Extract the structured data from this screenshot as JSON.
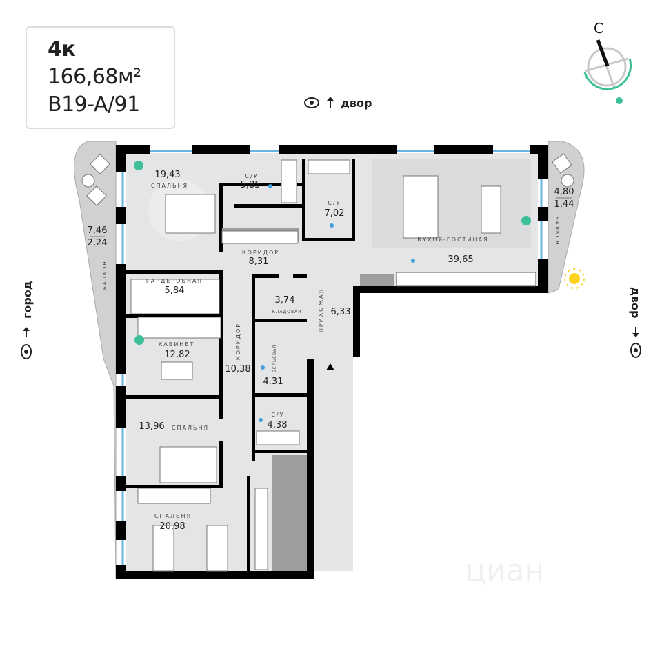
{
  "apartment": {
    "rooms": "4к",
    "area": "166,68м²",
    "number": "B19-A/91"
  },
  "views": {
    "top": "двор",
    "left": "город",
    "right": "двор"
  },
  "compass": {
    "north_label": "С"
  },
  "rooms": {
    "bedroom1": {
      "label": "СПАЛЬНЯ",
      "area": "19,43"
    },
    "bath1": {
      "label": "С/У",
      "area": "5,85"
    },
    "bath2": {
      "label": "С/У",
      "area": "7,02"
    },
    "kitchen": {
      "label": "КУХНЯ-ГОСТИНАЯ",
      "area": "39,65"
    },
    "corridor1": {
      "label": "КОРИДОР",
      "area": "8,31"
    },
    "wardrobe": {
      "label": "ГАРДЕРОБНАЯ",
      "area": "5,84"
    },
    "pantry": {
      "label": "КЛАДОВАЯ",
      "area": "3,74"
    },
    "hall": {
      "label": "ПРИХОЖАЯ",
      "area": "6,33"
    },
    "study": {
      "label": "КАБИНЕТ",
      "area": "12,82"
    },
    "corridor2": {
      "label": "КОРИДОР",
      "area": "10,38"
    },
    "linen": {
      "label": "БЕЛЬЕВАЯ",
      "area": "4,31"
    },
    "bath3": {
      "label": "С/У",
      "area": "4,38"
    },
    "bedroom2": {
      "label": "СПАЛЬНЯ",
      "area": "13,96"
    },
    "bedroom3": {
      "label": "СПАЛЬНЯ",
      "area": "20,98"
    }
  },
  "balconies": {
    "left": {
      "label": "БАЛКОН",
      "area": "7,46",
      "reduced_area": "2,24"
    },
    "right": {
      "label": "БАЛКОН",
      "area": "4,80",
      "reduced_area": "1,44"
    }
  },
  "watermark": "циан",
  "colors": {
    "wall": "#000000",
    "room": "#e4e5e6",
    "window": "#6ab4e0",
    "accent": "#3dbf9a",
    "sun": "#ffd21f"
  }
}
